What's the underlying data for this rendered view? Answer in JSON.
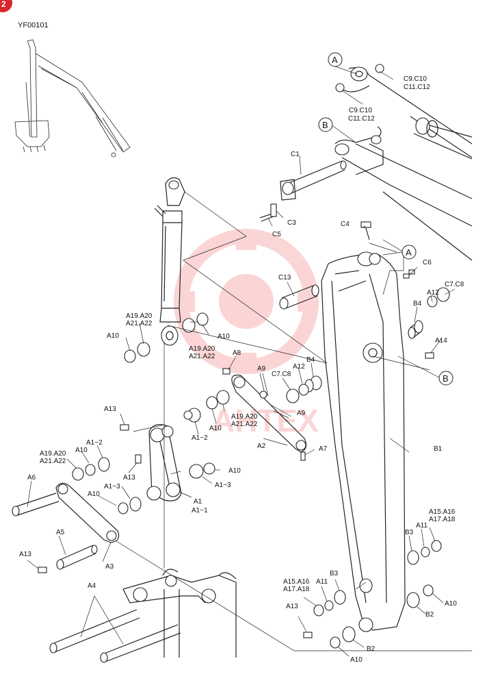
{
  "header": {
    "page_code": "YF00101",
    "corner_badge_color": "#d9262c"
  },
  "watermark": {
    "text": "AHTEX",
    "color": "#f26b6b"
  },
  "references": {
    "a": "A",
    "b": "B"
  },
  "labels": {
    "c9_top": "C9.C10",
    "c11_top": "C11.C12",
    "c9_mid": "C9.C10",
    "c11_mid": "C11.C12",
    "c1": "C1",
    "c3": "C3",
    "c5": "C5",
    "c4": "C4",
    "c6": "C6",
    "c13": "C13",
    "c7c8_right": "C7.C8",
    "c7c8_mid": "C7.C8",
    "b4_right": "B4",
    "b4_mid": "B4",
    "a12_right": "A12",
    "a12_mid": "A12",
    "a14": "A14",
    "a19_cyl_l1": "A19.A20",
    "a19_cyl_l2": "A21.A22",
    "a10_cyl_left": "A10",
    "a10_cyl_right": "A10",
    "a19_cyl_r1": "A19.A20",
    "a19_cyl_r2": "A21.A22",
    "a8": "A8",
    "a9_top": "A9",
    "a9_mid": "A9",
    "a19_link_1": "A19.A20",
    "a19_link_2": "A21.A22",
    "a10_link": "A10",
    "a2": "A2",
    "a7": "A7",
    "a13_top": "A13",
    "a1_2_left": "A1−2",
    "a1_2_right": "A1−2",
    "a19_left_1": "A19.A20",
    "a19_left_2": "A21.A22",
    "a10_left": "A10",
    "a13_mid": "A13",
    "a10_a1": "A10",
    "a1_3_left": "A1−3",
    "a1_3_right": "A1−3",
    "a10_lower_left": "A10",
    "a1": "A1",
    "a1_1": "A1−1",
    "a6": "A6",
    "a5": "A5",
    "a3": "A3",
    "a13_bottom": "A13",
    "a4": "A4",
    "b1": "B1",
    "a15_right_1": "A15.A16",
    "a15_right_2": "A17.A18",
    "a11_right": "A11",
    "b3_right": "B3",
    "a15_bottom_1": "A15.A16",
    "a15_bottom_2": "A17.A18",
    "a11_bottom": "A11",
    "b3_bottom": "B3",
    "a13_lower": "A13",
    "a10_right_bottom": "A10",
    "b2_right": "B2",
    "b2_bottom": "B2",
    "a10_bottom": "A10"
  }
}
